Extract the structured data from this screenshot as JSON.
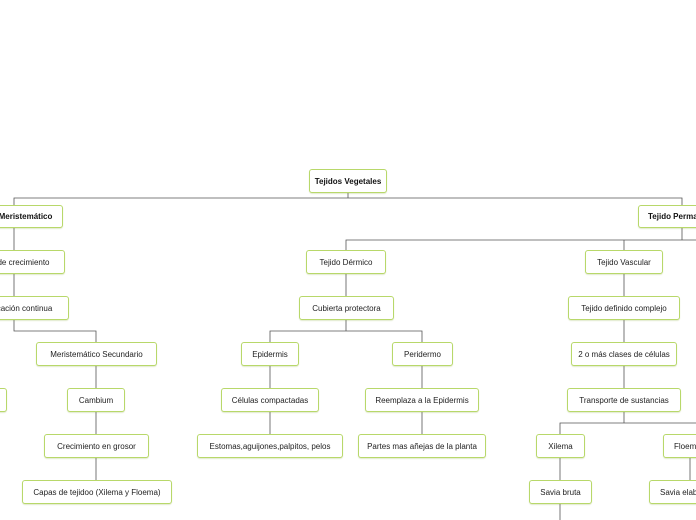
{
  "diagram": {
    "root": "Tejidos Vegetales",
    "meristematico": "Meristemático",
    "permanente": "Tejido Perma",
    "zona_crecimiento": "de crecimiento",
    "division_continua": "cación continua",
    "meristematico_secundario": "Meristemático Secundario",
    "cambium": "Cambium",
    "crecimiento_grosor": "Crecimiento en grosor",
    "capas_tejido": "Capas de tejidoo (Xilema y Floema)",
    "dermico": "Tejido Dérmico",
    "cubierta_protectora": "Cubierta protectora",
    "epidermis": "Epidermis",
    "celulas_compactadas": "Células compactadas",
    "estomas": "Estomas,aguijones,palpitos, pelos",
    "peridermo": "Peridermo",
    "reemplaza_epidermis": "Reemplaza a la Epidermis",
    "partes_anejas": "Partes mas añejas de la planta",
    "vascular": "Tejido Vascular",
    "tejido_complejo": "Tejido definido complejo",
    "clases_celulas": "2 o más clases de células",
    "transporte": "Transporte de sustancias",
    "xilema": "Xilema",
    "savia_bruta": "Savia bruta",
    "floema": "Floem",
    "savia_elaborada": "Savia elab"
  },
  "colors": {
    "node_border": "#b8d86a",
    "edge": "#555555",
    "background": "#ffffff"
  }
}
